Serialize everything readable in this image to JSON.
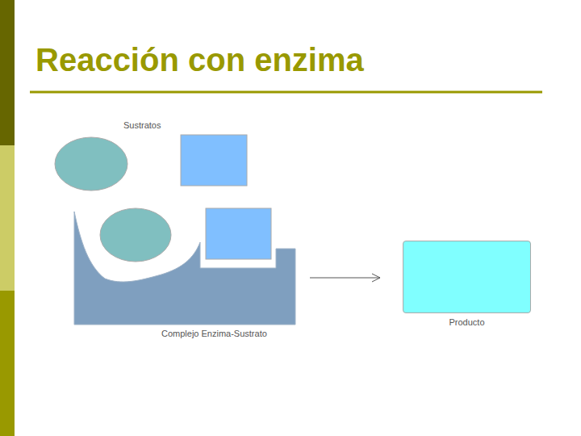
{
  "diagram": {
    "title": "Reacción con enzima",
    "nodes": [
      {
        "text": [
          "Complejo Enzima-Sustrato"
        ]
      },
      {
        "text": [
          "Producto"
        ]
      }
    ],
    "edges": [
      {
        "from": 0,
        "to": 1,
        "arrow": "to"
      }
    ],
    "labels": [
      "Sustratos"
    ]
  }
}
